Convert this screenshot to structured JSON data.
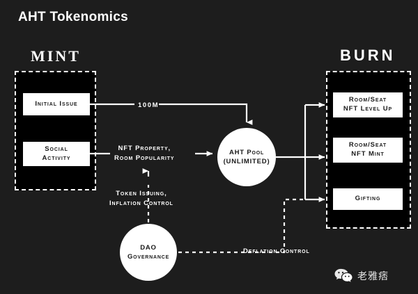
{
  "page": {
    "title": "AHT Tokenomics",
    "background_color": "#1d1d1d",
    "node_fill_color": "#ffffff",
    "group_fill_color": "#000000",
    "line_color": "#ffffff"
  },
  "sections": {
    "mint": {
      "heading": "MINT"
    },
    "burn": {
      "heading": "BURN"
    }
  },
  "nodes": {
    "initial_issue": "Initial issue",
    "social_activity": "Social\nactivity",
    "aht_pool": "AHT pool\n(UNLIMITED)",
    "dao_governance": "DAO\nGovernance",
    "nft_level_up": "Room/Seat\nNFT level up",
    "nft_mint": "Room/Seat\nNFT Mint",
    "gifting": "Gifting"
  },
  "edge_labels": {
    "hundred_million": "100M",
    "nft_property": "NFT property,\nRoom popularity",
    "token_issuing": "Token issuing,\nInflation  control",
    "deflation_control": "Deflation control"
  },
  "watermark": {
    "icon": "wechat-icon",
    "label": "老雅痞"
  }
}
